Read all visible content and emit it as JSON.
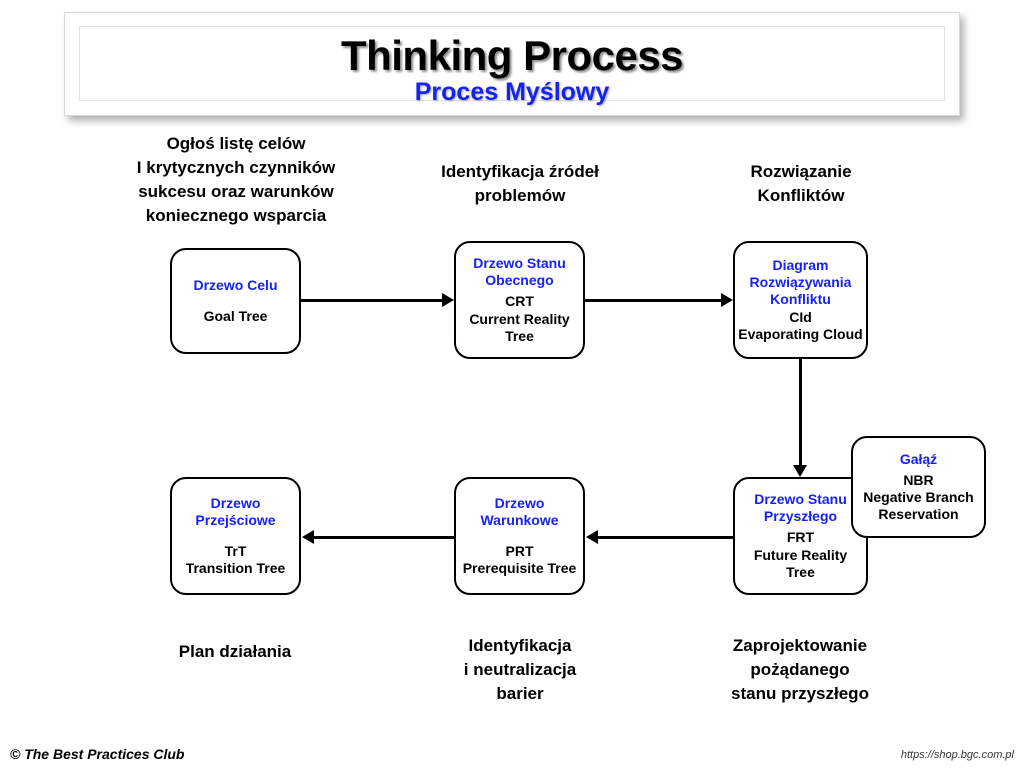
{
  "title": {
    "main": "Thinking Process",
    "sub": "Proces Myślowy",
    "sub_color": "#1622f0"
  },
  "top_captions": [
    {
      "name": "goal-tree-caption",
      "text": "Ogłoś listę celów\nI krytycznych czynników\nsukcesu oraz warunków\nkoniecznego wsparcia"
    },
    {
      "name": "crt-caption",
      "text": "Identyfikacja źródeł\nproblemów"
    },
    {
      "name": "cld-caption",
      "text": "Rozwiązanie\nKonfliktów"
    }
  ],
  "bottom_captions": [
    {
      "name": "trt-caption",
      "text": "Plan działania"
    },
    {
      "name": "prt-caption",
      "text": "Identyfikacja\ni neutralizacja\nbarier"
    },
    {
      "name": "frt-caption",
      "text": "Zaprojektowanie\npożądanego\nstanu przyszłego"
    }
  ],
  "nodes": {
    "goal_tree": {
      "pl": "Drzewo Celu",
      "en": "Goal Tree"
    },
    "crt": {
      "pl": "Drzewo Stanu\nObecnego",
      "en": "CRT\nCurrent Reality\nTree"
    },
    "cld": {
      "pl": "Diagram\nRozwiązywania\nKonfliktu",
      "en": "CId\nEvaporating Cloud"
    },
    "nbr": {
      "pl": "Gałąź",
      "en": "NBR\nNegative Branch\nReservation"
    },
    "frt": {
      "pl": "Drzewo Stanu\nPrzyszłego",
      "en": "FRT\nFuture Reality\nTree"
    },
    "prt": {
      "pl": "Drzewo\nWarunkowe",
      "en": "PRT\nPrerequisite Tree"
    },
    "trt": {
      "pl": "Drzewo\nPrzejściowe",
      "en": "TrT\nTransition Tree"
    }
  },
  "footer": {
    "copyright": "© The Best Practices Club",
    "url": "https://shop.bgc.com.pl"
  }
}
